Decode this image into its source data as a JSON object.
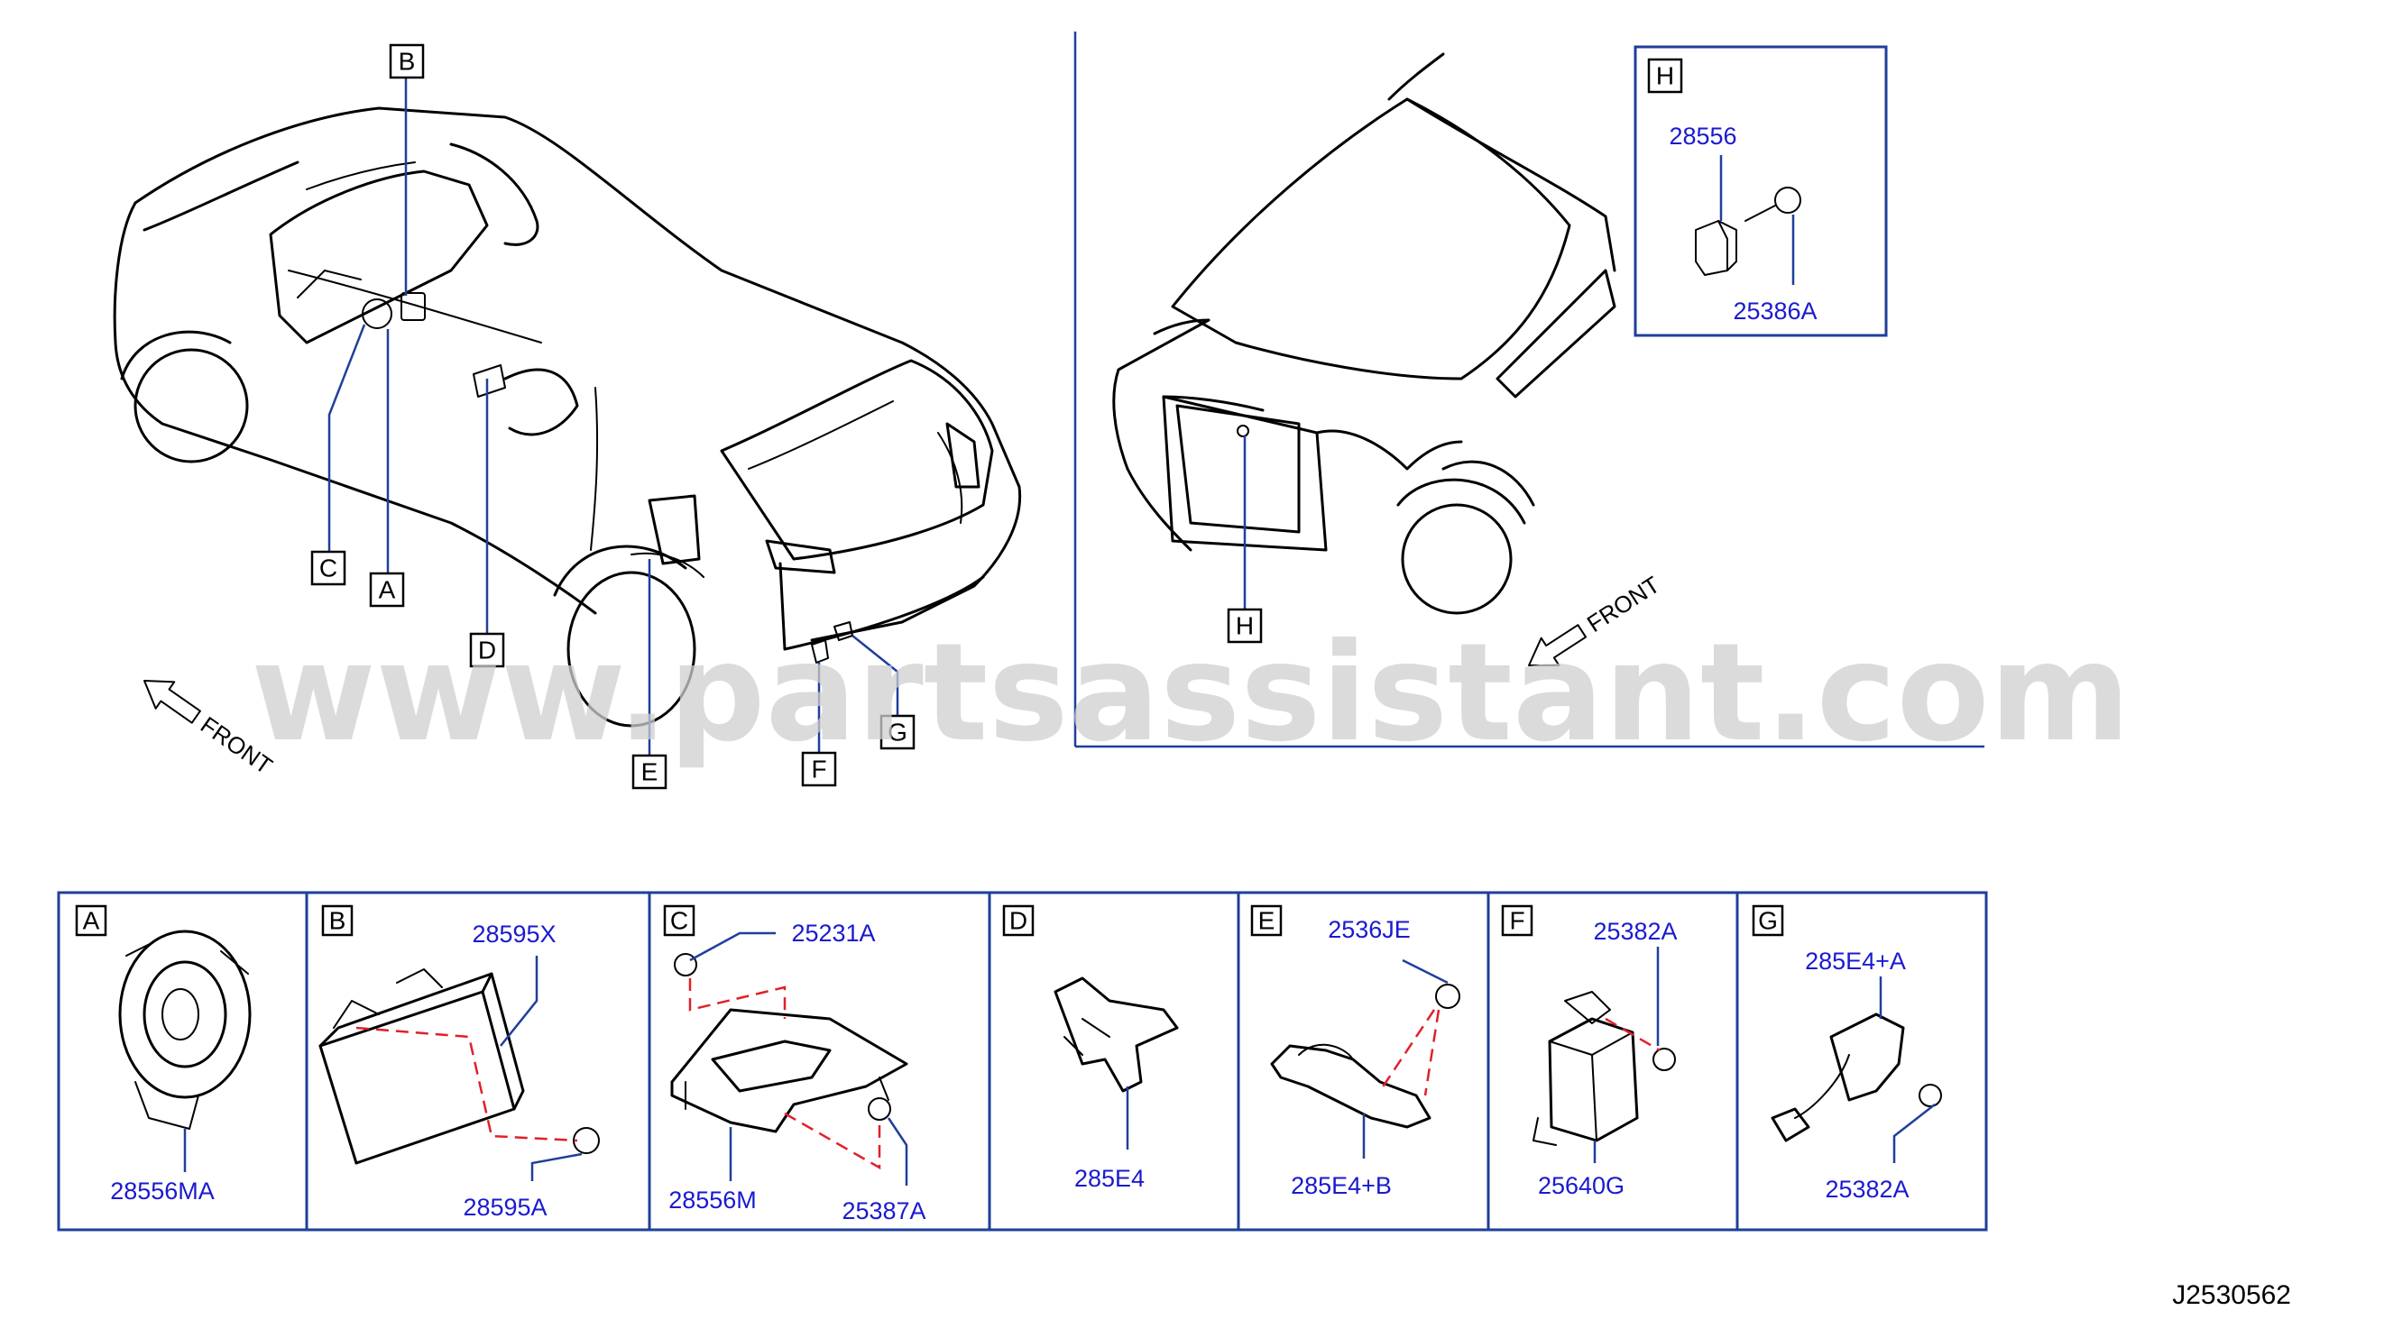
{
  "callouts": {
    "A": "A",
    "B": "B",
    "C": "C",
    "D": "D",
    "E": "E",
    "F": "F",
    "G": "G",
    "H": "H"
  },
  "front_labels": [
    "FRONT",
    "FRONT"
  ],
  "watermark": "www.partsassistant.com",
  "panel_h": {
    "label": "H",
    "parts": [
      "28556",
      "25386A"
    ]
  },
  "panels": [
    {
      "label": "A",
      "parts": [
        "28556MA"
      ]
    },
    {
      "label": "B",
      "parts": [
        "28595X",
        "28595A"
      ]
    },
    {
      "label": "C",
      "parts": [
        "25231A",
        "28556M",
        "25387A"
      ]
    },
    {
      "label": "D",
      "parts": [
        "285E4"
      ]
    },
    {
      "label": "E",
      "parts": [
        "2536JE",
        "285E4+B"
      ]
    },
    {
      "label": "F",
      "parts": [
        "25382A",
        "25640G"
      ]
    },
    {
      "label": "G",
      "parts": [
        "285E4+A",
        "25382A"
      ]
    }
  ],
  "reference": "J2530562",
  "colors": {
    "leader": "#1f3f9a",
    "part_number": "#1a1ad0",
    "dashed": "#e0202a"
  }
}
